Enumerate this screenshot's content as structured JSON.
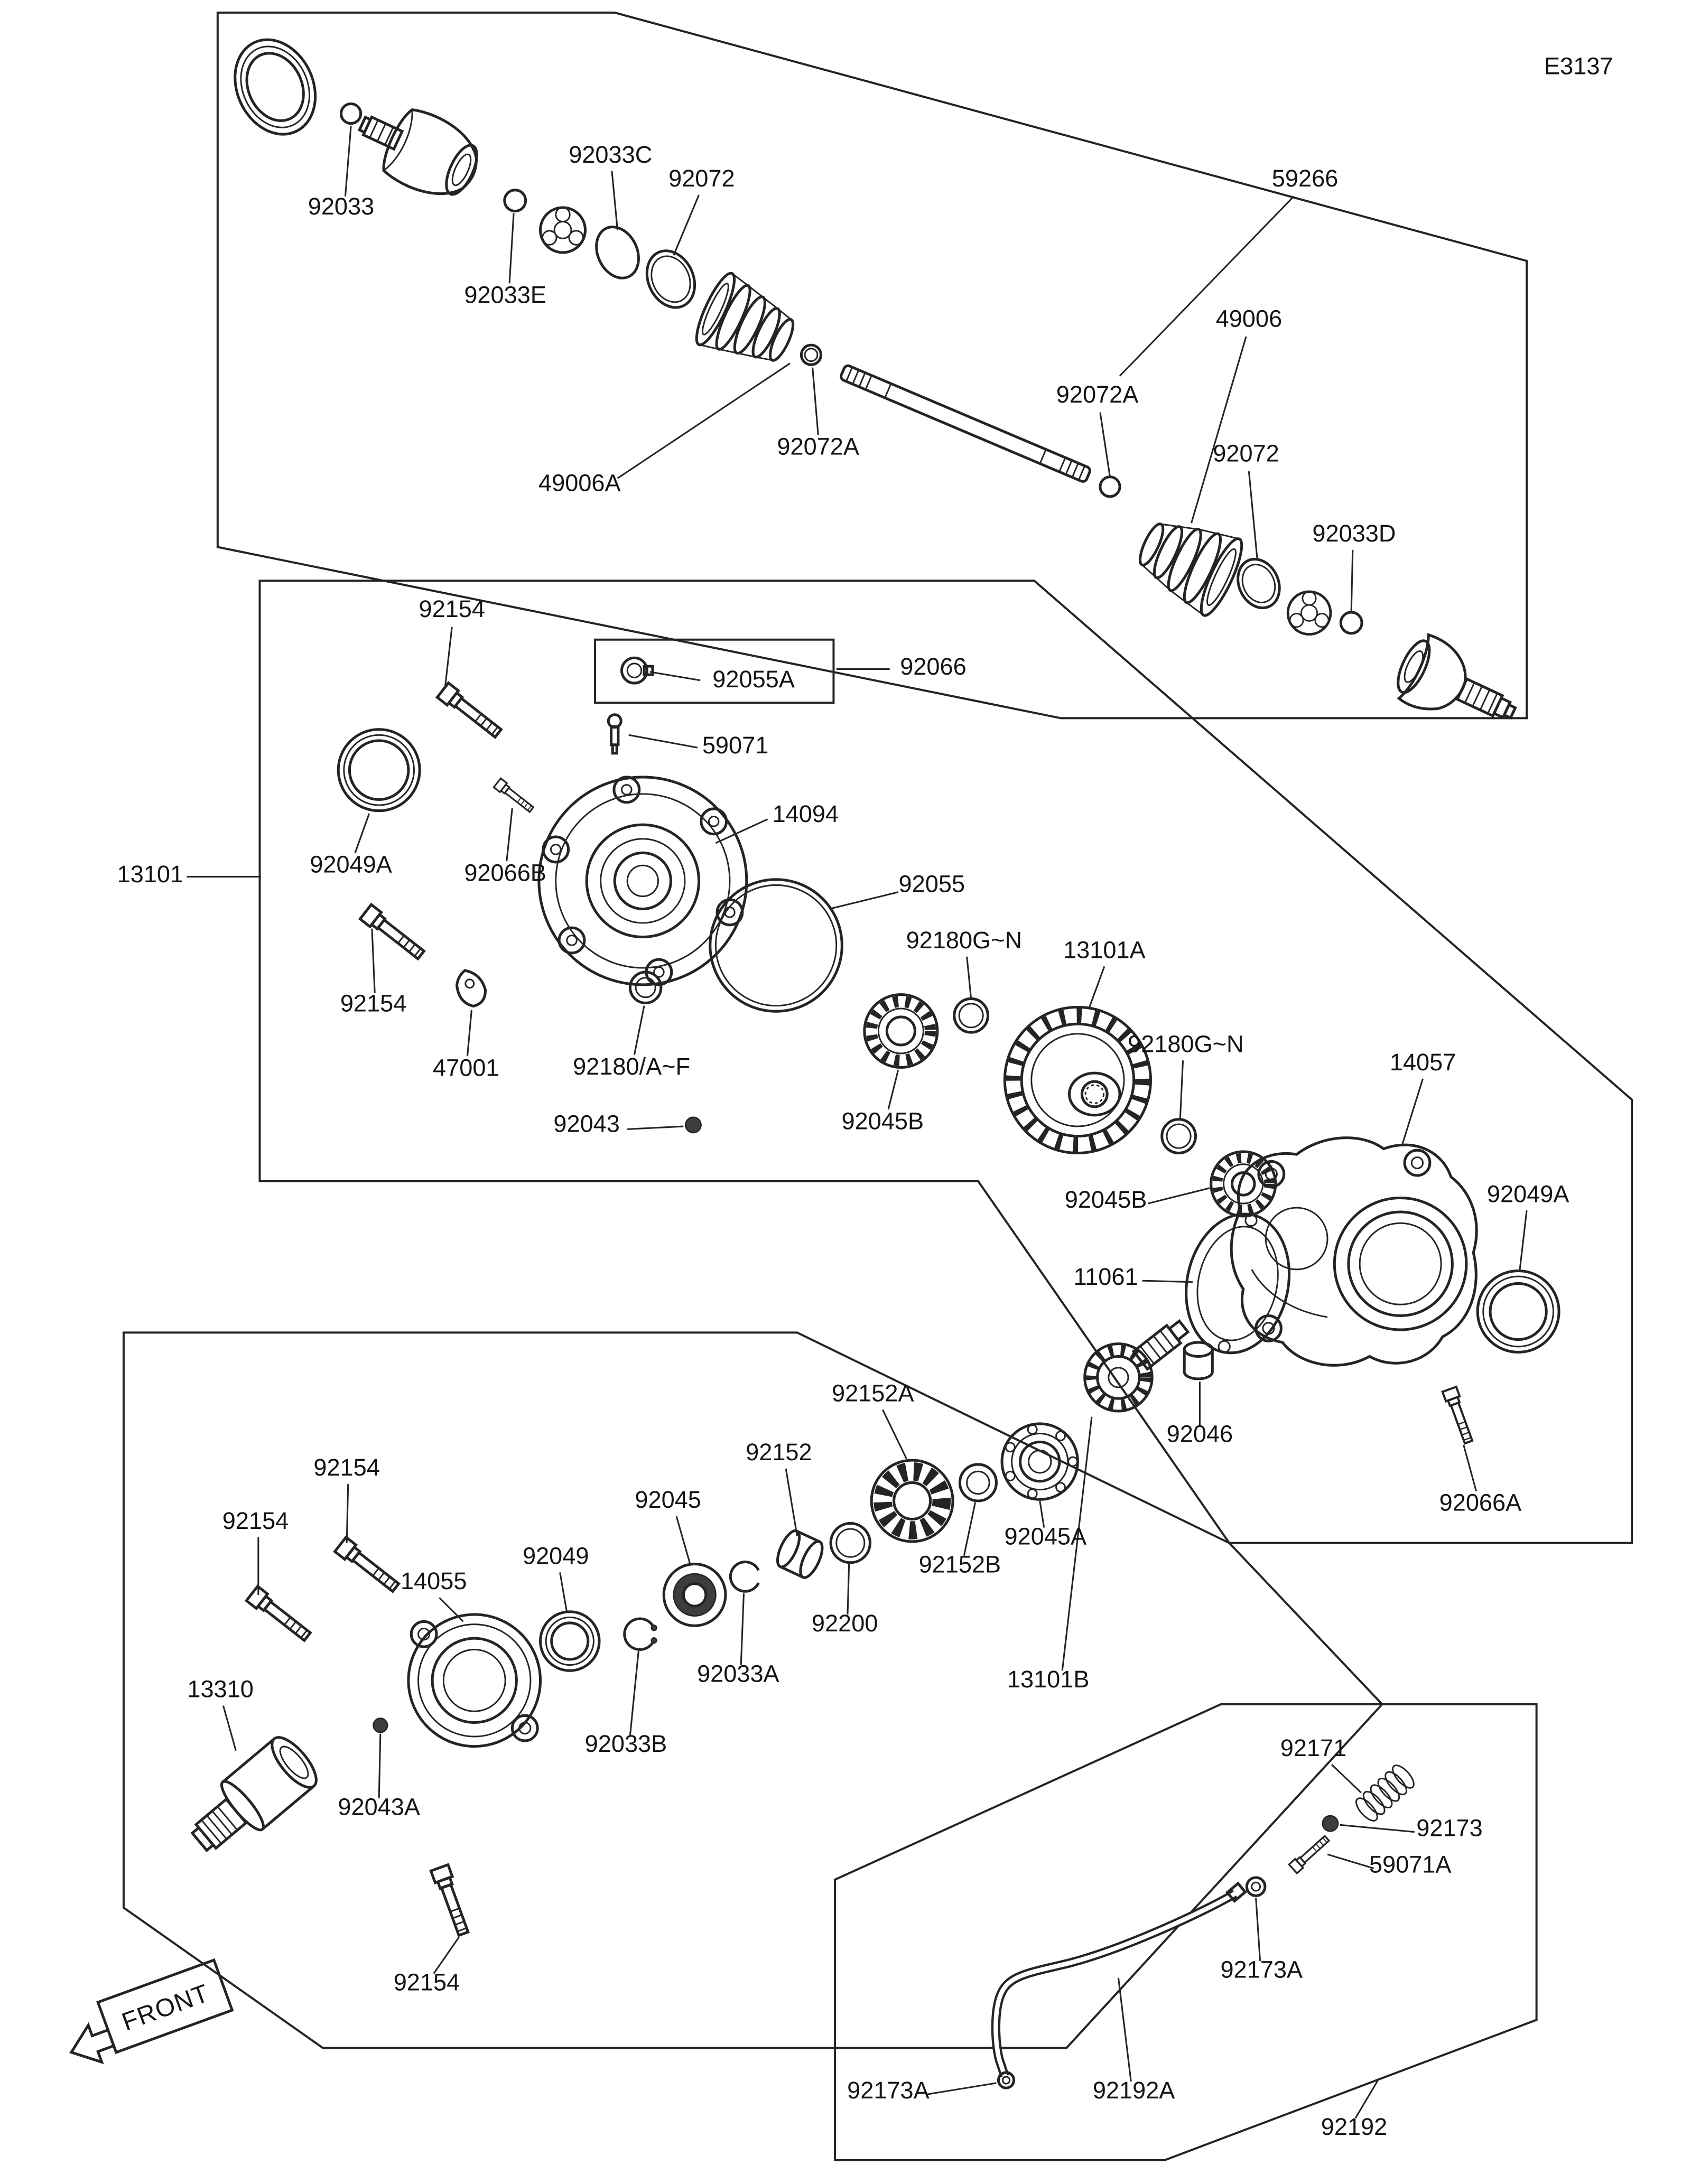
{
  "page": {
    "code": "E3137",
    "front": "FRONT"
  },
  "labels": {
    "top": [
      "92033",
      "92033C",
      "92072",
      "59266",
      "92033E",
      "49006",
      "92072A",
      "92072",
      "92072A",
      "92033D",
      "49006A"
    ],
    "mid": [
      "92154",
      "92055A",
      "92066",
      "59071",
      "14094",
      "92049A",
      "92066B",
      "13101",
      "92055",
      "92180G~N",
      "13101A",
      "92154",
      "92180G~N",
      "14057",
      "47001",
      "92180/A~F",
      "92043",
      "92045B",
      "92045B",
      "92049A",
      "11061"
    ],
    "low": [
      "92152A",
      "92152",
      "92046",
      "92154",
      "92154",
      "92045",
      "14055",
      "92049",
      "92045A",
      "92152B",
      "92066A",
      "92200",
      "13310",
      "92033A",
      "13101B",
      "92033B",
      "92043A",
      "92154"
    ],
    "br": [
      "92171",
      "92173",
      "59071A",
      "92173A",
      "92192A",
      "92173A",
      "92192"
    ]
  }
}
